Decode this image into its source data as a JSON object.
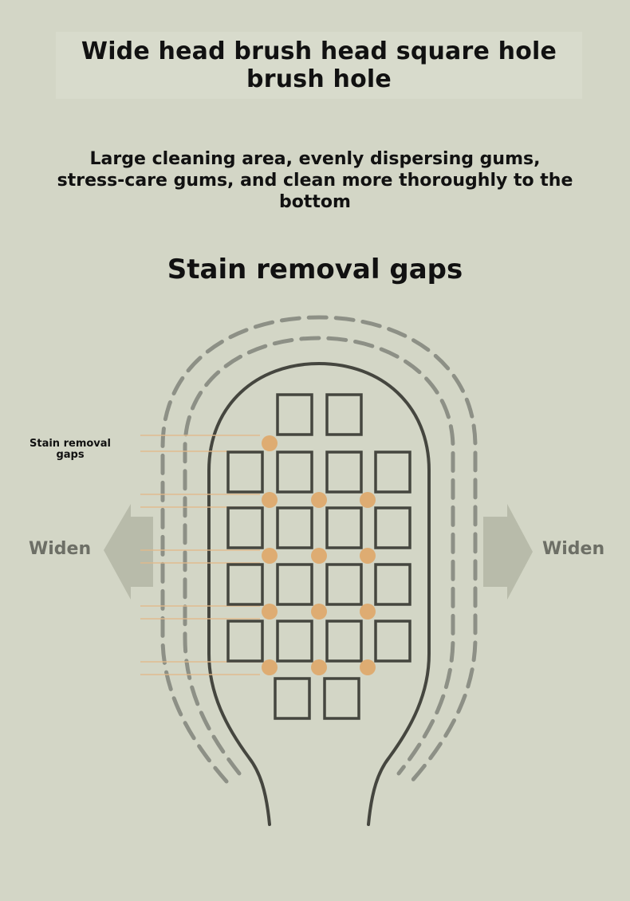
{
  "title": {
    "line1": "Wide head brush head square hole",
    "line2": "brush hole"
  },
  "description": {
    "line1": "Large cleaning area, evenly dispersing gums,",
    "line2": "stress-care gums, and clean more thoroughly to the",
    "line3": "bottom"
  },
  "section_title": "Stain removal gaps",
  "labels": {
    "gaps_line1": "Stain removal",
    "gaps_line2": "gaps",
    "widen_left": "Widen",
    "widen_right": "Widen"
  },
  "colors": {
    "background": "#d3d6c6",
    "outline": "#45463f",
    "dashes": "#8d9086",
    "dots": "#deac72",
    "lines": "#e2b98a",
    "arrow": "#b3b6a5"
  }
}
